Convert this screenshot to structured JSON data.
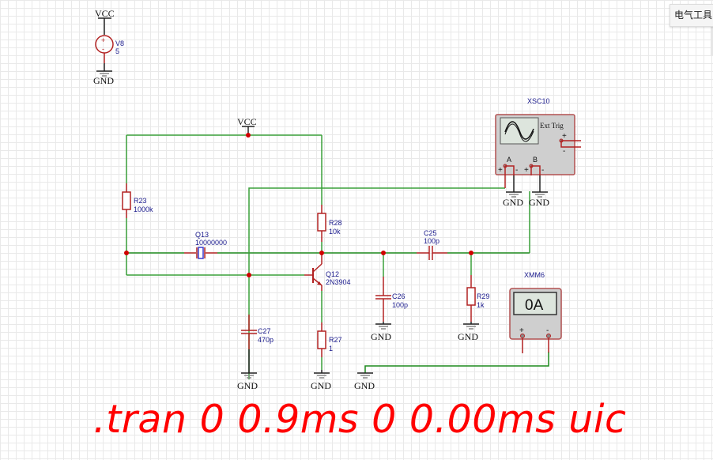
{
  "toolbar_tooltip": "电气工具",
  "directive": ".tran 0 0.9ms 0 0.00ms uic",
  "colors": {
    "wire": "#3aa03a",
    "component": "#b22222",
    "junction": "#d00000",
    "label": "#1a1a8c",
    "directive": "#ff0000"
  },
  "nets": {
    "vcc_top": "VCC",
    "gnd_top": "GND",
    "vcc_mid": "VCC",
    "gnd_scope_a": "GND",
    "gnd_scope_b": "GND",
    "gnd_c27": "GND",
    "gnd_r27": "GND",
    "gnd_mm": "GND",
    "gnd_c26": "GND",
    "gnd_r29": "GND"
  },
  "components": {
    "v8": {
      "ref": "V8",
      "value": "5"
    },
    "r23": {
      "ref": "R23",
      "value": "1000k"
    },
    "q13": {
      "ref": "Q13",
      "value": "10000000"
    },
    "r28": {
      "ref": "R28",
      "value": "10k"
    },
    "q12": {
      "ref": "Q12",
      "value": "2N3904"
    },
    "c27": {
      "ref": "C27",
      "value": "470p"
    },
    "r27": {
      "ref": "R27",
      "value": "1"
    },
    "c25": {
      "ref": "C25",
      "value": "100p"
    },
    "c26": {
      "ref": "C26",
      "value": "100p"
    },
    "r29": {
      "ref": "R29",
      "value": "1k"
    }
  },
  "instruments": {
    "oscilloscope": {
      "ref": "XSC10",
      "ext_trig": "Ext Trig",
      "channel_a": "A",
      "channel_b": "B",
      "plus": "+",
      "minus": "-"
    },
    "multimeter": {
      "ref": "XMM6",
      "reading": "0A",
      "plus": "+",
      "minus": "-"
    }
  }
}
